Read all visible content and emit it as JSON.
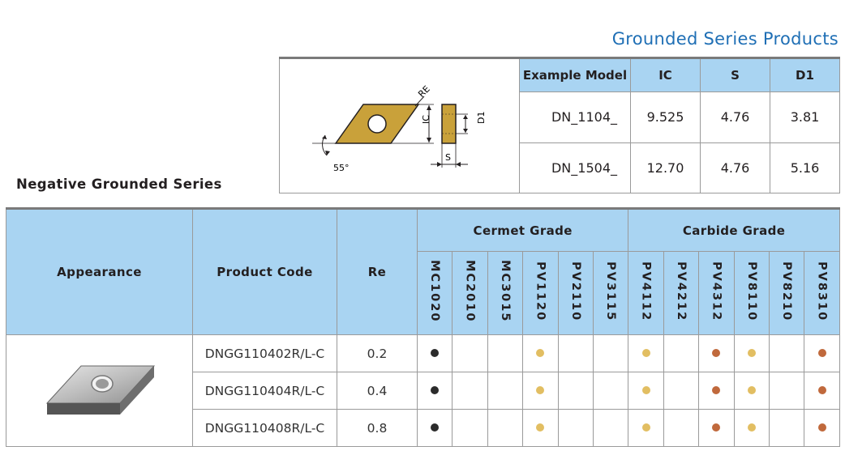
{
  "page_title": "Grounded Series Products",
  "section_title": "Negative Grounded Series",
  "diagram": {
    "re": "RE",
    "ic": "IC",
    "d1": "D1",
    "s": "S",
    "angle": "55°"
  },
  "top_table": {
    "headers": [
      "Example Model",
      "IC",
      "S",
      "D1"
    ],
    "rows": [
      {
        "model": "DN_1104_",
        "ic": "9.525",
        "s": "4.76",
        "d1": "3.81"
      },
      {
        "model": "DN_1504_",
        "ic": "12.70",
        "s": "4.76",
        "d1": "5.16"
      }
    ]
  },
  "main_table": {
    "headers": {
      "appearance": "Appearance",
      "product_code": "Product Code",
      "re": "Re",
      "cermet": "Cermet Grade",
      "carbide": "Carbide Grade"
    },
    "cermet_grades": [
      "MC1020",
      "MC2010",
      "MC3015",
      "PV1120",
      "PV2110",
      "PV3115"
    ],
    "carbide_grades": [
      "PV4112",
      "PV4212",
      "PV4312",
      "PV8110",
      "PV8210",
      "PV8310"
    ],
    "dot_colors": {
      "black": "#2b2b2b",
      "gold": "#e2be62",
      "copper": "#c0693c"
    },
    "rows": [
      {
        "code": "DNGG110402R/L-C",
        "re": "0.2",
        "cermet": [
          "black",
          "",
          "",
          "gold",
          "",
          ""
        ],
        "carbide": [
          "gold",
          "",
          "copper",
          "gold",
          "",
          "copper"
        ]
      },
      {
        "code": "DNGG110404R/L-C",
        "re": "0.4",
        "cermet": [
          "black",
          "",
          "",
          "gold",
          "",
          ""
        ],
        "carbide": [
          "gold",
          "",
          "copper",
          "gold",
          "",
          "copper"
        ]
      },
      {
        "code": "DNGG110408R/L-C",
        "re": "0.8",
        "cermet": [
          "black",
          "",
          "",
          "gold",
          "",
          ""
        ],
        "carbide": [
          "gold",
          "",
          "copper",
          "gold",
          "",
          "copper"
        ]
      }
    ]
  }
}
